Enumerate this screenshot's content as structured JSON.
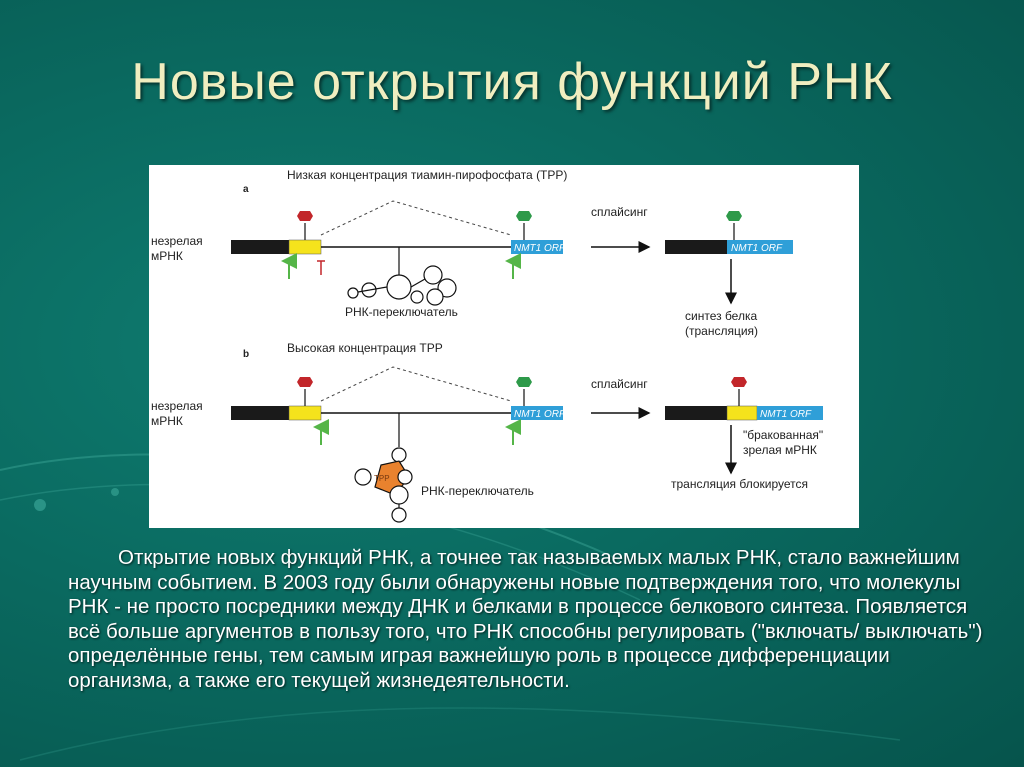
{
  "slide": {
    "title": "Новые открытия функций РНК",
    "paragraph": "Открытие новых функций РНК, а точнее так называемых малых РНК, стало важнейшим научным событием. В 2003 году были обнаружены новые подтверждения того, что молекулы РНК  - не просто посредники между ДНК и белками в процессе белкового синтеза. Появляется всё больше аргументов в пользу того, что РНК способны регулировать (\"включать/ выключать\") определённые гены, тем самым играя важнейшую роль в процессе дифференциации организма, а также его текущей жизнедеятельности."
  },
  "figure": {
    "panel_a": {
      "letter": "a",
      "heading": "Низкая концентрация тиамин-пирофосфата (ТРР)",
      "immature_line1": "незрелая",
      "immature_line2": "мРНК",
      "orf_label": "NMT1 ORF",
      "splicing": "сплайсинг",
      "result_line1": "синтез белка",
      "result_line2": "(трансляция)",
      "switch_label": "РНК-переключатель"
    },
    "panel_b": {
      "letter": "b",
      "heading": "Высокая концентрация ТРР",
      "immature_line1": "незрелая",
      "immature_line2": "мРНК",
      "orf_label": "NMT1 ORF",
      "splicing": "сплайсинг",
      "result_line1": "\"бракованная\"",
      "result_line2": "зрелая мРНК",
      "result_line3": "трансляция блокируется",
      "switch_label": "РНК-переключатель",
      "tpp_label": "ТРР"
    },
    "colors": {
      "exon_black": "#1a1a1a",
      "exon_yellow": "#f5e31c",
      "orf_blue": "#2f9fd8",
      "stop_red": "#c2262a",
      "start_green": "#2e9a4a",
      "arrow_green": "#55b548",
      "tpp_orange": "#e9822e"
    }
  }
}
